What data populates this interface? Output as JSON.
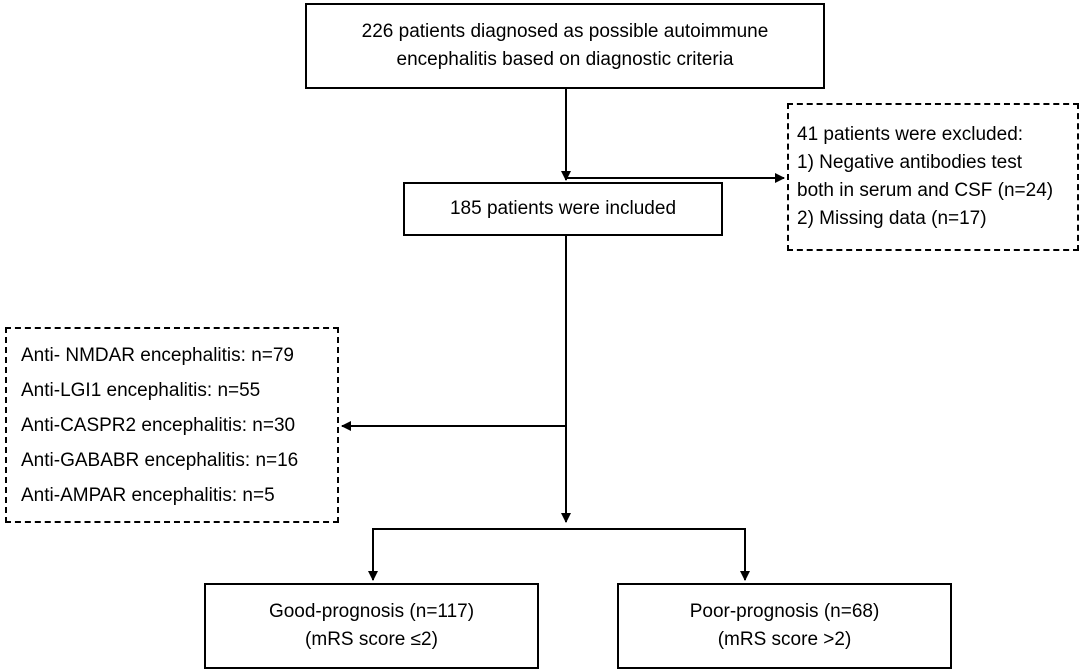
{
  "diagram": {
    "top_box": {
      "lines": [
        "226 patients diagnosed as possible autoimmune",
        "encephalitis based on diagnostic criteria"
      ]
    },
    "excluded_box": {
      "lines": [
        "41 patients were excluded:",
        "1) Negative antibodies test",
        "both in serum and CSF (n=24)",
        "2) Missing data (n=17)"
      ]
    },
    "included_box": {
      "text": "185 patients were included"
    },
    "subtypes_box": {
      "lines": [
        "Anti- NMDAR encephalitis: n=79",
        "Anti-LGI1 encephalitis: n=55",
        "Anti-CASPR2 encephalitis: n=30",
        "Anti-GABABR encephalitis: n=16",
        "Anti-AMPAR encephalitis: n=5"
      ]
    },
    "good_box": {
      "lines": [
        "Good-prognosis (n=117)",
        "(mRS score ≤2)"
      ]
    },
    "poor_box": {
      "lines": [
        "Poor-prognosis (n=68)",
        "(mRS score >2)"
      ]
    }
  },
  "colors": {
    "line": "#000000",
    "background": "#ffffff"
  }
}
